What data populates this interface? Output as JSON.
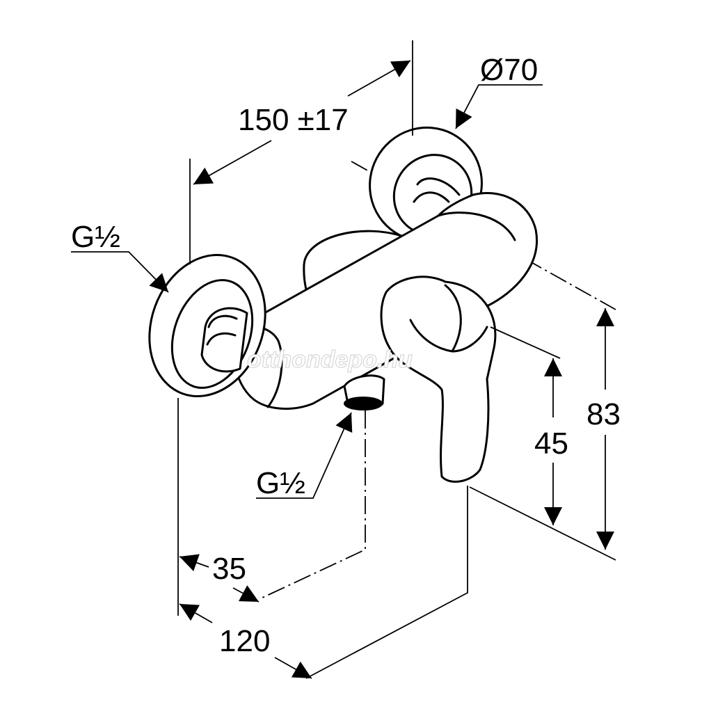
{
  "dimensions": {
    "width_between_connections": "150 ±17",
    "rosette_diameter": "Ø70",
    "connection_left": "G½",
    "connection_bottom": "G½",
    "outlet_offset": "35",
    "projection": "120",
    "outlet_height": "45",
    "total_height": "83"
  },
  "watermark": "otthondepo.hu",
  "colors": {
    "line": "#000000",
    "background": "#ffffff"
  }
}
